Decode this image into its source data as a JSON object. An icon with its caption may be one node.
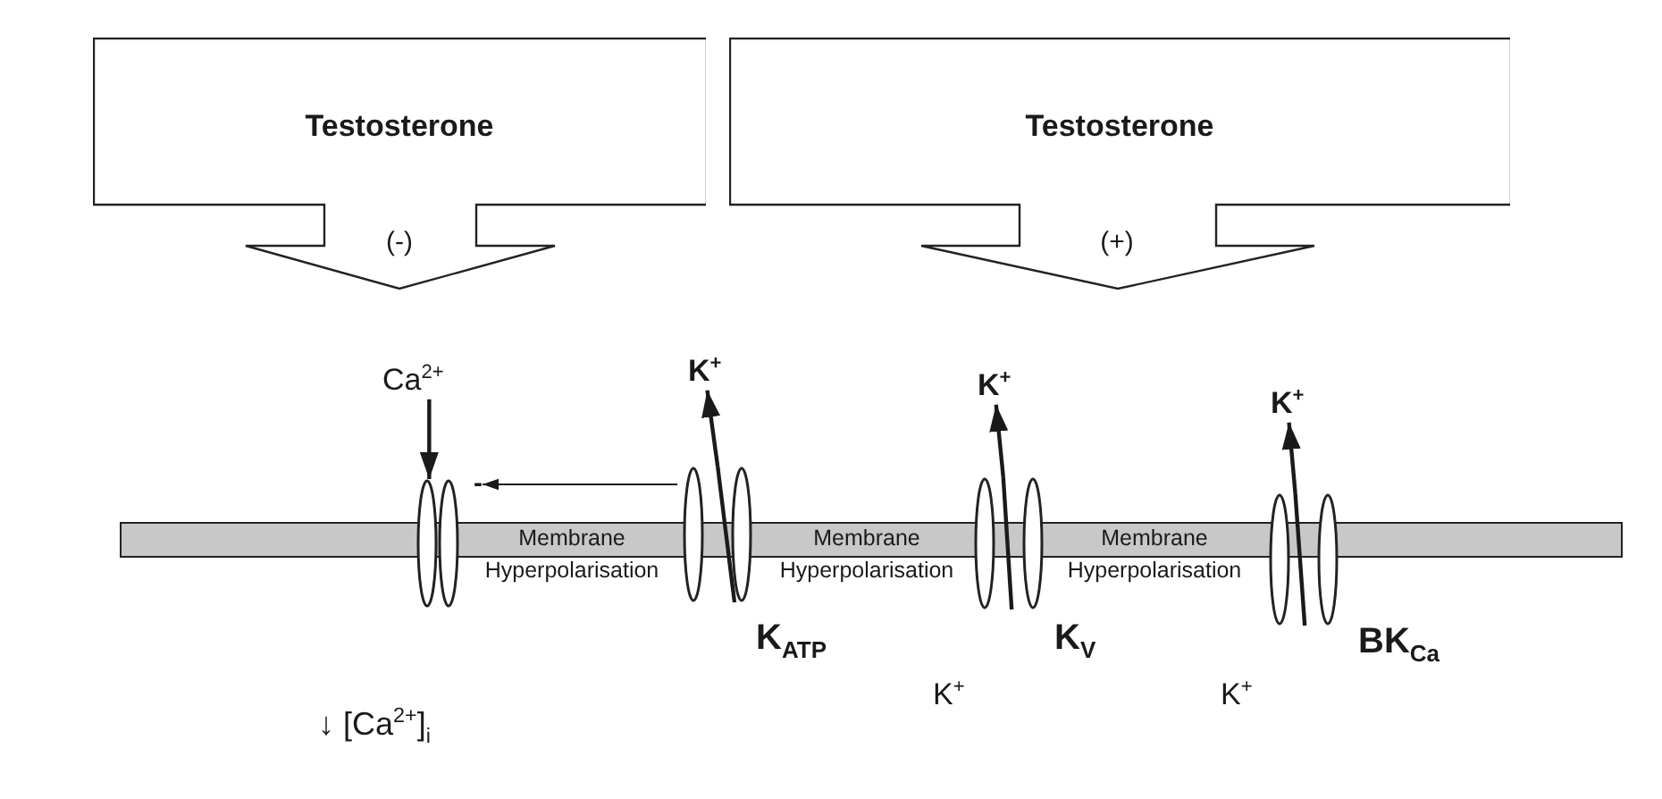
{
  "diagram": {
    "nodes": [
      {
        "text": [
          "Testosterone",
          "(-)"
        ]
      },
      {
        "text": [
          "Testosterone",
          "(+)"
        ]
      },
      {
        "text": [
          "Membrane Hyperpolarisation",
          "Membrane Hyperpolarisation",
          "Membrane Hyperpolarisation"
        ]
      },
      {
        "text": [
          "Ca$^{2+}$"
        ]
      },
      {
        "text": [],
        "shape": "channel"
      },
      {
        "text": [
          "K$^{+}$"
        ]
      },
      {
        "text": [],
        "shape": "channel",
        "beside": [
          "K$_{ATP}$"
        ]
      },
      {
        "text": [
          "-"
        ]
      },
      {
        "text": [
          "K$^{+}$"
        ]
      },
      {
        "text": [],
        "shape": "channel",
        "beside": [
          "K$_{V}$"
        ]
      },
      {
        "text": [
          "K$^{+}$"
        ]
      },
      {
        "text": [],
        "shape": "channel",
        "beside": [
          "BK$_{Ca}$"
        ]
      }
    ],
    "edges": [
      {
        "from": 3,
        "to": 4,
        "arrow": "to"
      },
      {
        "from": 6,
        "to": 5,
        "arrow": "to"
      },
      {
        "from": 6,
        "to": 7,
        "arrow": "to"
      },
      {
        "from": 9,
        "to": 8,
        "arrow": "to"
      },
      {
        "from": 11,
        "to": 10,
        "arrow": "to"
      }
    ],
    "labels": [
      "K$^{+}$",
      "K$^{+}$",
      "↓ [Ca$^{2+}$]$_{i}$"
    ]
  }
}
